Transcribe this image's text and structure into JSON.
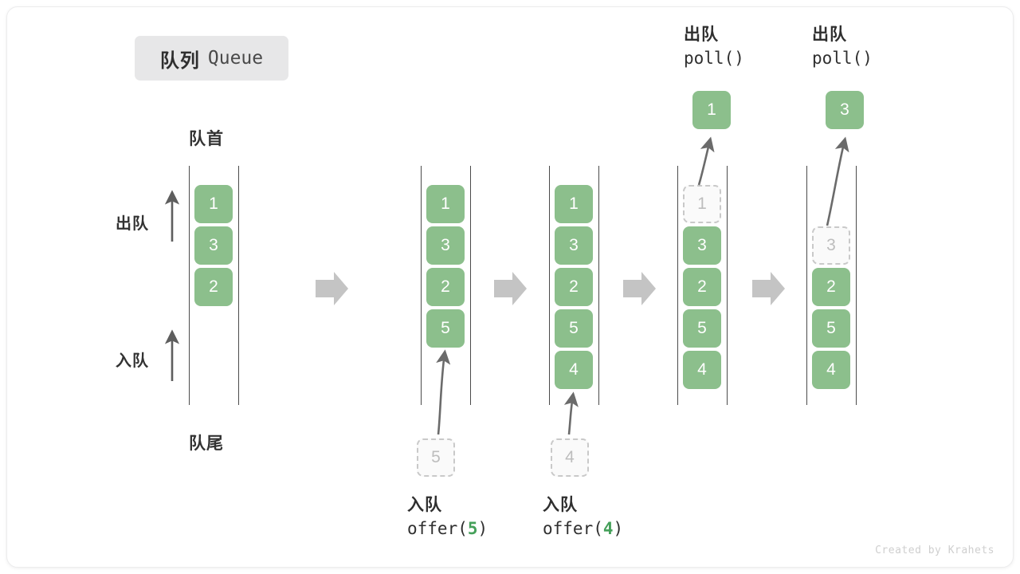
{
  "title": {
    "cn": "队列",
    "en": "Queue"
  },
  "labels": {
    "head": "队首",
    "tail": "队尾",
    "dequeue_side": "出队",
    "enqueue_side": "入队"
  },
  "colors": {
    "cell_fill": "#8cbf8c",
    "cell_text": "#ffffff",
    "ghost_border": "#c9c9c9",
    "ghost_text": "#bdbdbd",
    "rail": "#4b4b4b",
    "arrow_gray": "#c4c4c4",
    "curve_arrow": "#6b6b6b",
    "code_accent": "#45a05a",
    "chip_bg": "#e7e7e8"
  },
  "columns": [
    {
      "id": "state-0",
      "cells": [
        "1",
        "3",
        "2"
      ],
      "ghost_index": -1
    },
    {
      "id": "state-1",
      "cells": [
        "1",
        "3",
        "2",
        "5"
      ],
      "ghost_index": -1
    },
    {
      "id": "state-2",
      "cells": [
        "1",
        "3",
        "2",
        "5",
        "4"
      ],
      "ghost_index": -1
    },
    {
      "id": "state-3",
      "cells": [
        "1",
        "3",
        "2",
        "5",
        "4"
      ],
      "ghost_index": 0
    },
    {
      "id": "state-4",
      "cells": [
        "3",
        "2",
        "5",
        "4"
      ],
      "ghost_index": 0
    }
  ],
  "operations": {
    "offer_5": {
      "cn": "入队",
      "code_prefix": "offer(",
      "code_value": "5",
      "code_suffix": ")",
      "ghost_value": "5"
    },
    "offer_4": {
      "cn": "入队",
      "code_prefix": "offer(",
      "code_value": "4",
      "code_suffix": ")",
      "ghost_value": "4"
    },
    "poll_1": {
      "cn": "出队",
      "code": "poll()",
      "popped_value": "1"
    },
    "poll_3": {
      "cn": "出队",
      "code": "poll()",
      "popped_value": "3"
    }
  },
  "footer": "Created by Krahets"
}
